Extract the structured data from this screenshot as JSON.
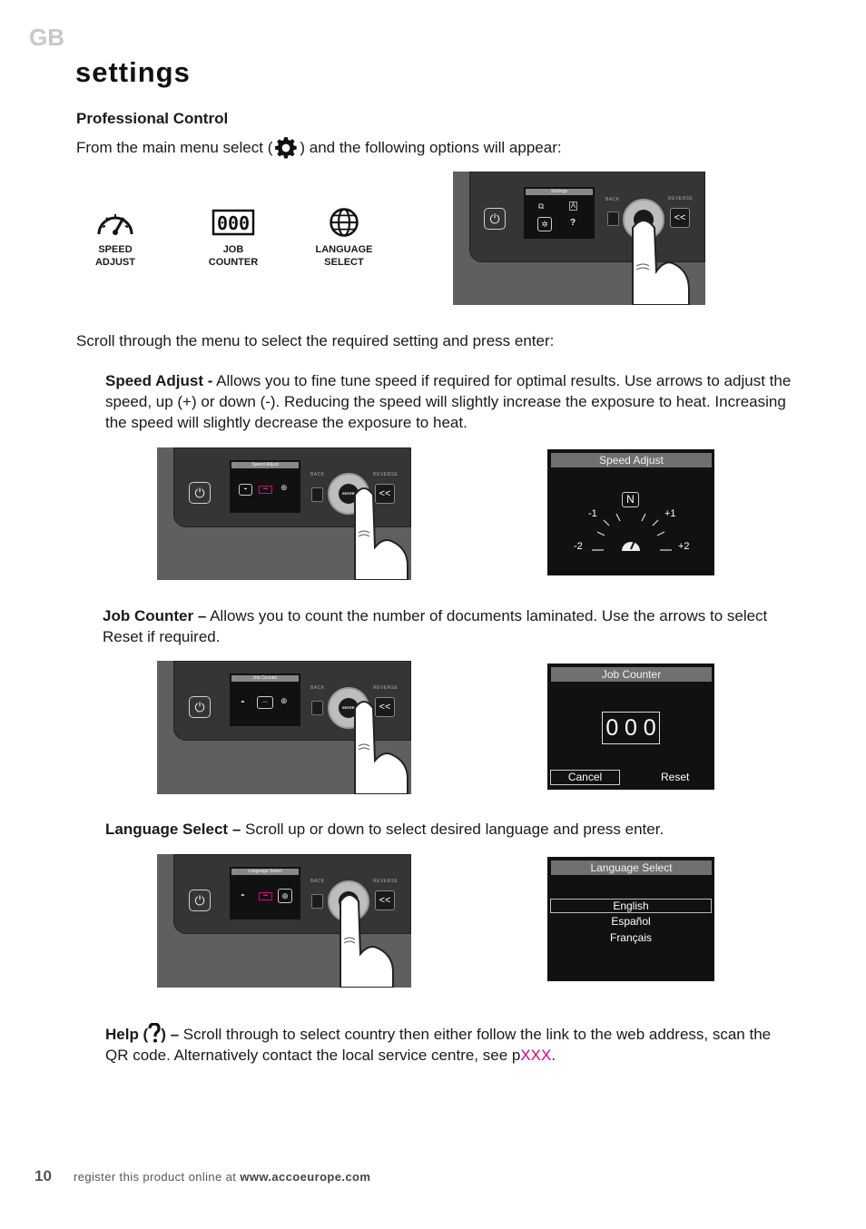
{
  "header": {
    "country_code": "GB",
    "title": "settings"
  },
  "professional": {
    "heading": "Professional Control",
    "intro_before": "From the main menu select (",
    "intro_after": ") and the following options will appear:",
    "gear_icon": "gear-icon"
  },
  "options": [
    {
      "icon": "speedometer-icon",
      "line1": "SPEED",
      "line2": "ADJUST"
    },
    {
      "icon": "counter-icon",
      "line1": "JOB",
      "line2": "COUNTER",
      "digits": "000"
    },
    {
      "icon": "globe-icon",
      "line1": "LANGUAGE",
      "line2": "SELECT"
    }
  ],
  "device_labels": {
    "back": "BACK",
    "reverse": "REVERSE",
    "enter": "ENTER",
    "reverse_symbol": "<<",
    "settings_bar": "Settings",
    "help_symbol": "?"
  },
  "scroll_text": "Scroll through the menu to select the required setting and press enter:",
  "speed_adjust": {
    "term": "Speed Adjust -",
    "description": " Allows you to fine tune speed if required for optimal results. Use arrows to adjust the speed, up (+) or down (-). Reducing the speed will slightly increase the exposure to heat. Increasing the speed will slightly decrease the exposure to heat.",
    "device_bar": "Speed Adjust",
    "screen": {
      "title": "Speed Adjust",
      "neutral": "N",
      "minus1": "-1",
      "plus1": "+1",
      "minus2": "-2",
      "plus2": "+2"
    }
  },
  "job_counter": {
    "term": "Job Counter –",
    "description": " Allows you to count the number of documents laminated. Use the arrows to select Reset if required.",
    "device_bar": "Job Counter",
    "screen": {
      "title": "Job Counter",
      "digits": [
        "0",
        "0",
        "0"
      ],
      "cancel": "Cancel",
      "reset": "Reset"
    }
  },
  "language_select": {
    "term": "Language Select –",
    "description": " Scroll up or down to select desired language and press enter.",
    "device_bar": "Language Select",
    "screen": {
      "title": "Language Select",
      "languages": [
        "English",
        "Español",
        "Français"
      ]
    }
  },
  "help": {
    "term_open": "Help (",
    "term_close": ") –",
    "description": " Scroll through to select country then either follow the link to the web address, scan the QR code. Alternatively contact the local service centre, see p",
    "page_ref": "XXX",
    "end": "."
  },
  "footer": {
    "page_number": "10",
    "text": "register this product online at ",
    "url": "www.accoeurope.com"
  },
  "colors": {
    "accent_link": "#e0007a",
    "device_body": "#5f5f5f",
    "device_panel": "#353535",
    "screen_bg": "#111111"
  }
}
